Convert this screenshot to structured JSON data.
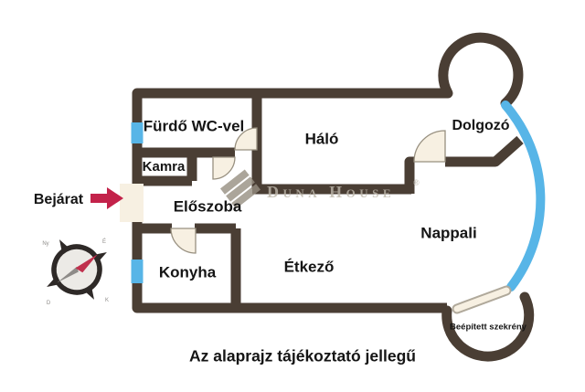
{
  "plan": {
    "disclaimer": "Az alaprajz tájékoztató jellegű",
    "entrance_label": "Bejárat",
    "rooms": {
      "furdo": {
        "label": "Fürdő WC-vel"
      },
      "kamra": {
        "label": "Kamra"
      },
      "eloszoba": {
        "label": "Előszoba"
      },
      "konyha": {
        "label": "Konyha"
      },
      "etkezo": {
        "label": "Étkező"
      },
      "halo": {
        "label": "Háló"
      },
      "dolgozo": {
        "label": "Dolgozó"
      },
      "nappali": {
        "label": "Nappali"
      },
      "szekreny": {
        "label": "Beépített szekrény"
      }
    },
    "compass": {
      "north": "É",
      "east": "K",
      "south": "D",
      "west": "Ny"
    },
    "watermark": {
      "brand": "Duna House",
      "registered": "®"
    },
    "colors": {
      "wall": "#4A3E34",
      "window_glass": "#57B5E7",
      "door_fill": "#F7F0E2",
      "entrance_arrow": "#C3224A",
      "watermark_gray": "#BDB7AB"
    }
  }
}
